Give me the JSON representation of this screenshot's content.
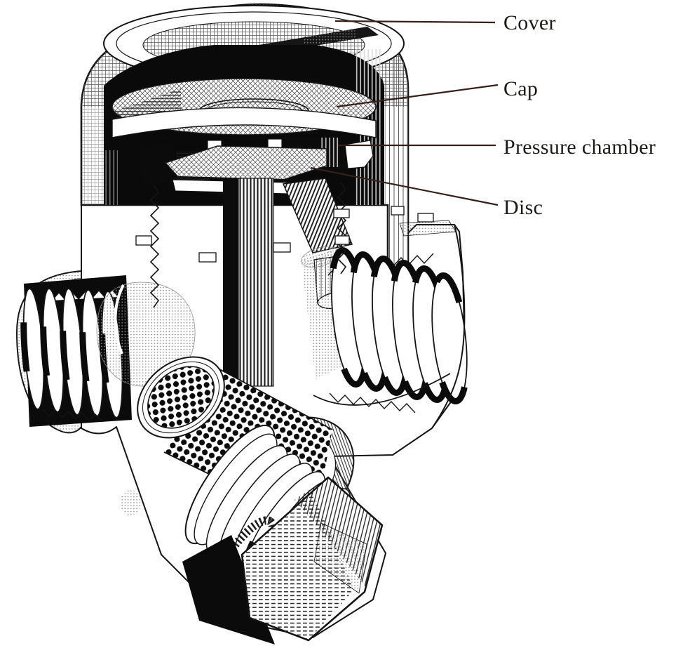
{
  "figure": {
    "subject": "Thermodynamic steam trap cutaway illustration",
    "background_color": "#ffffff",
    "ink_color": "#141414",
    "leader_line_color": "#35201a",
    "labels": [
      {
        "id": "cover",
        "text": "Cover"
      },
      {
        "id": "cap",
        "text": "Cap"
      },
      {
        "id": "pressure-chamber",
        "text": "Pressure chamber"
      },
      {
        "id": "disc",
        "text": "Disc"
      }
    ]
  }
}
